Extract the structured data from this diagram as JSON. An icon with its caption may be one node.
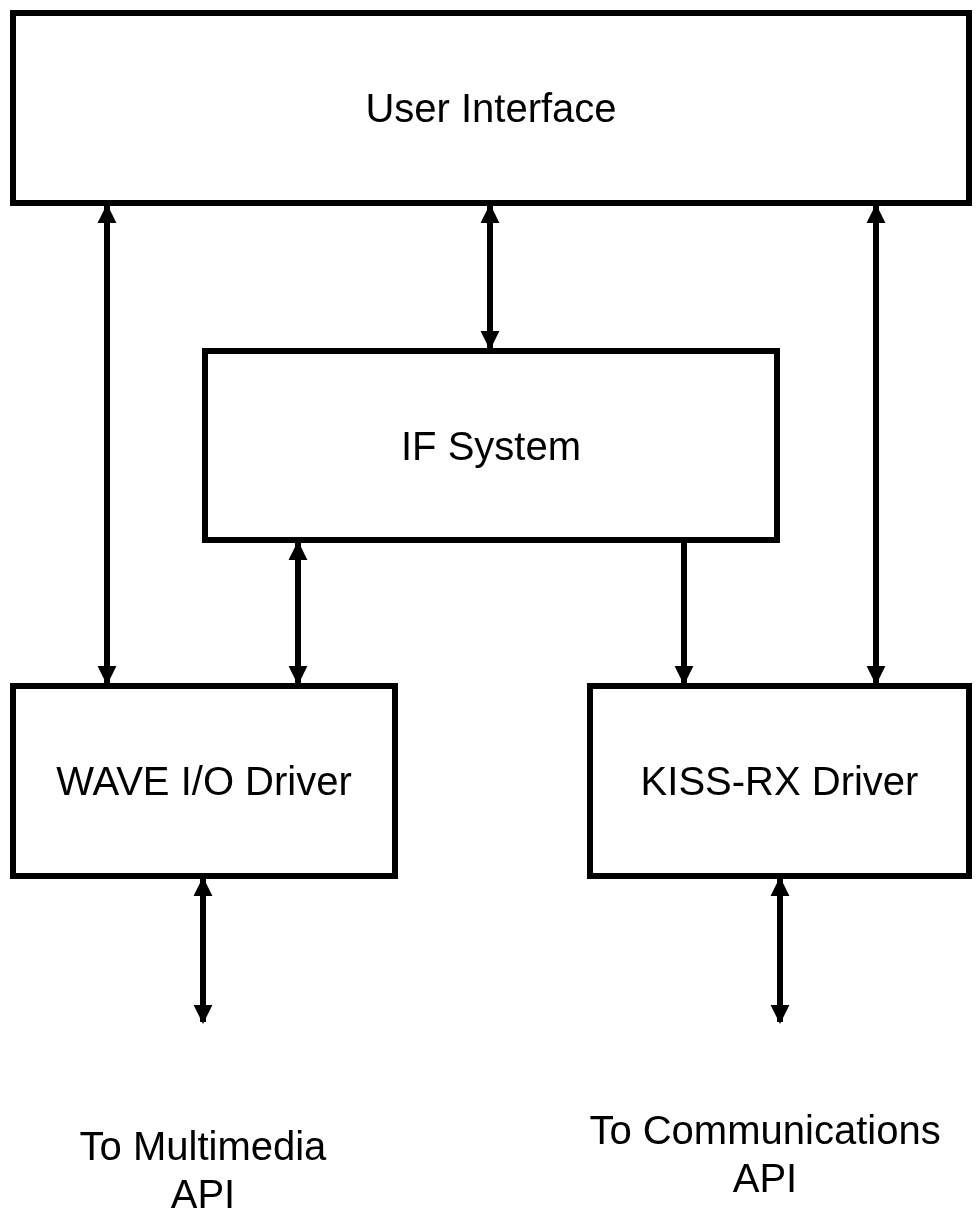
{
  "diagram": {
    "nodes": [
      {
        "text": [
          "User Interface"
        ]
      },
      {
        "text": [
          "IF System"
        ]
      },
      {
        "text": [
          "WAVE I/O Driver"
        ]
      },
      {
        "text": [
          "KISS-RX Driver"
        ]
      },
      {
        "text": [
          "To Multimedia API"
        ]
      },
      {
        "text": [
          "To Communications API"
        ]
      }
    ],
    "edges": [
      {
        "from": 0,
        "to": 2,
        "arrow": "both"
      },
      {
        "from": 0,
        "to": 1,
        "arrow": "both"
      },
      {
        "from": 0,
        "to": 3,
        "arrow": "both"
      },
      {
        "from": 1,
        "to": 2,
        "arrow": "both"
      },
      {
        "from": 1,
        "to": 3,
        "arrow": "to"
      },
      {
        "from": 2,
        "to": 4,
        "arrow": "both"
      },
      {
        "from": 3,
        "to": 5,
        "arrow": "both"
      }
    ]
  }
}
